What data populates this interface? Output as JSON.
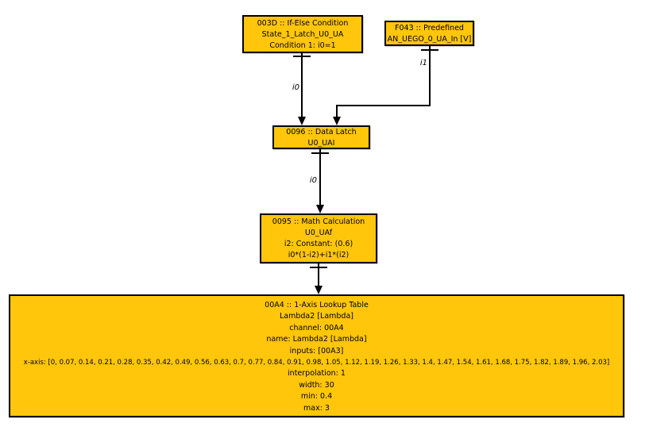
{
  "colors": {
    "background": "#FFFFFF",
    "node_fill": "#FFC60B",
    "node_border": "#000000",
    "edge": "#000000",
    "text": "#000000"
  },
  "diagram": {
    "nodes": {
      "if_else": {
        "lines": [
          "003D :: If-Else Condition",
          "State_1_Latch_U0_UA",
          "Condition 1: i0=1"
        ]
      },
      "predefined": {
        "lines": [
          "F043 :: Predefined",
          "AN_UEGO_0_UA_In [V]"
        ]
      },
      "data_latch": {
        "lines": [
          "0096 :: Data Latch",
          "U0_UAI"
        ]
      },
      "math_calc": {
        "lines": [
          "0095 :: Math Calculation",
          "U0_UAf",
          "i2: Constant: (0.6)",
          "i0*(1-i2)+i1*(i2)"
        ]
      },
      "lookup_table": {
        "lines": [
          "00A4 :: 1-Axis Lookup Table",
          "Lambda2 [Lambda]",
          "channel: 00A4",
          "name: Lambda2 [Lambda]",
          "inputs: [00A3]",
          "x-axis: [0, 0.07, 0.14, 0.21, 0.28, 0.35, 0.42, 0.49, 0.56, 0.63, 0.7, 0.77, 0.84, 0.91, 0.98, 1.05, 1.12, 1.19, 1.26, 1.33, 1.4, 1.47, 1.54, 1.61, 1.68, 1.75, 1.82, 1.89, 1.96, 2.03]",
          "interpolation: 1",
          "width: 30",
          "min: 0.4",
          "max: 3"
        ]
      }
    },
    "edges": [
      {
        "from": "003D If-Else Condition",
        "to": "0096 Data Latch",
        "label": "i0"
      },
      {
        "from": "F043 Predefined",
        "to": "0096 Data Latch",
        "label": "i1"
      },
      {
        "from": "0096 Data Latch",
        "to": "0095 Math Calculation",
        "label": "i0"
      },
      {
        "from": "0095 Math Calculation",
        "to": "00A4 1-Axis Lookup Table",
        "label": ""
      }
    ],
    "edge_labels": {
      "i0_top": "i0",
      "i1": "i1",
      "i0_mid": "i0"
    }
  }
}
